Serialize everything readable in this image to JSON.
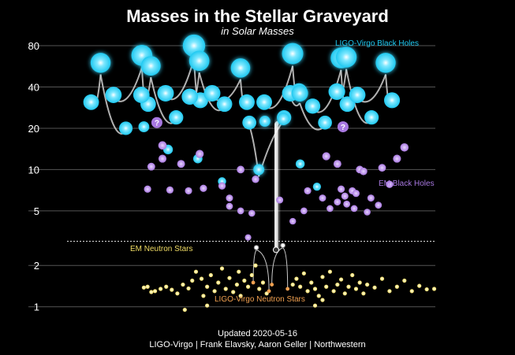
{
  "header": {
    "title": "Masses in the Stellar Graveyard",
    "subtitle": "in Solar Masses"
  },
  "footer": {
    "updated": "Updated 2020-05-16",
    "credits": "LIGO-Virgo | Frank Elavsky, Aaron Geller | Northwestern"
  },
  "colors": {
    "ligo_bh": "#1ec8f0",
    "em_bh": "#a878e0",
    "em_ns": "#f0dc64",
    "ligo_ns_label": "#f0a050",
    "grid": "#555555"
  },
  "chart_data": {
    "type": "scatter",
    "title": "Masses in the Stellar Graveyard",
    "subtitle": "in Solar Masses",
    "y_scale": "log",
    "ylim": [
      0.85,
      95
    ],
    "yticks": [
      1,
      2,
      5,
      10,
      20,
      40,
      80
    ],
    "ytick_labels": [
      "1",
      "2",
      "5",
      "10",
      "20",
      "40",
      "80"
    ],
    "grid": true,
    "series_labels": {
      "ligo_bh": "LIGO-Virgo Black Holes",
      "em_bh": "EM Black Holes",
      "em_ns": "EM Neutron Stars",
      "ligo_ns": "LIGO-Virgo Neutron Stars"
    },
    "ligo_bh_mergers": [
      {
        "x": 0.105,
        "m1": 31,
        "m2": 20,
        "final": 60
      },
      {
        "x": 0.165,
        "m1": 35,
        "m2": 30,
        "final": 68
      },
      {
        "x": 0.24,
        "m1": 35,
        "m2": 24,
        "final": 57
      },
      {
        "x": 0.305,
        "m1": 36,
        "m2": 32,
        "final": 80
      },
      {
        "x": 0.37,
        "m1": 34,
        "m2": 30,
        "final": 62
      },
      {
        "x": 0.43,
        "m1": 36,
        "m2": 31,
        "final": 55
      },
      {
        "x": 0.53,
        "m1": 22,
        "m2": 24,
        "final": 10
      },
      {
        "x": 0.57,
        "m1": 31,
        "m2": 37,
        "final": 70
      },
      {
        "x": 0.64,
        "m1": 36,
        "m2": 22,
        "final": 36
      },
      {
        "x": 0.7,
        "m1": 29,
        "m2": 30,
        "final": 65
      },
      {
        "x": 0.765,
        "m1": 37,
        "m2": 24,
        "final": 66
      },
      {
        "x": 0.82,
        "m1": 35,
        "m2": 32,
        "final": 60
      }
    ],
    "ligo_bh_extra": [
      {
        "x": 0.2,
        "m": 20.5
      },
      {
        "x": 0.265,
        "m": 14
      },
      {
        "x": 0.345,
        "m": 12
      },
      {
        "x": 0.41,
        "m": 8.2
      },
      {
        "x": 0.62,
        "m": 11
      },
      {
        "x": 0.665,
        "m": 7.5
      }
    ],
    "em_bh": [
      {
        "x": 0.25,
        "m": 15
      },
      {
        "x": 0.3,
        "m": 11
      },
      {
        "x": 0.35,
        "m": 13
      },
      {
        "x": 0.32,
        "m": 7
      },
      {
        "x": 0.36,
        "m": 7.3
      },
      {
        "x": 0.41,
        "m": 7.6
      },
      {
        "x": 0.43,
        "m": 6.2
      },
      {
        "x": 0.46,
        "m": 10
      },
      {
        "x": 0.5,
        "m": 8.5
      },
      {
        "x": 0.43,
        "m": 5.4
      },
      {
        "x": 0.46,
        "m": 5
      },
      {
        "x": 0.49,
        "m": 4.8
      },
      {
        "x": 0.565,
        "m": 6
      },
      {
        "x": 0.6,
        "m": 4.2
      },
      {
        "x": 0.64,
        "m": 7
      },
      {
        "x": 0.68,
        "m": 6.2
      },
      {
        "x": 0.7,
        "m": 5.2
      },
      {
        "x": 0.72,
        "m": 11
      },
      {
        "x": 0.73,
        "m": 7.2
      },
      {
        "x": 0.745,
        "m": 5.6
      },
      {
        "x": 0.69,
        "m": 12.5
      },
      {
        "x": 0.78,
        "m": 10
      },
      {
        "x": 0.74,
        "m": 6.4
      },
      {
        "x": 0.72,
        "m": 5.8
      },
      {
        "x": 0.765,
        "m": 5.2
      },
      {
        "x": 0.63,
        "m": 5
      },
      {
        "x": 0.79,
        "m": 9.7
      },
      {
        "x": 0.76,
        "m": 7
      },
      {
        "x": 0.77,
        "m": 6.7
      },
      {
        "x": 0.8,
        "m": 4.9
      },
      {
        "x": 0.81,
        "m": 6.2
      },
      {
        "x": 0.83,
        "m": 5.5
      },
      {
        "x": 0.84,
        "m": 10.3
      },
      {
        "x": 0.86,
        "m": 7.8
      },
      {
        "x": 0.88,
        "m": 12
      },
      {
        "x": 0.9,
        "m": 14.5
      },
      {
        "x": 0.22,
        "m": 10.5
      },
      {
        "x": 0.27,
        "m": 7.1
      },
      {
        "x": 0.21,
        "m": 7.2
      },
      {
        "x": 0.25,
        "m": 12
      },
      {
        "x": 0.48,
        "m": 3.2
      }
    ],
    "em_bh_uncertain": [
      {
        "x": 0.235,
        "m": 22
      },
      {
        "x": 0.735,
        "m": 20.5
      }
    ],
    "em_ns": [
      {
        "x": 0.21,
        "m": 1.4
      },
      {
        "x": 0.23,
        "m": 1.3
      },
      {
        "x": 0.245,
        "m": 1.35
      },
      {
        "x": 0.26,
        "m": 1.4
      },
      {
        "x": 0.275,
        "m": 1.33
      },
      {
        "x": 0.29,
        "m": 1.25
      },
      {
        "x": 0.305,
        "m": 1.45
      },
      {
        "x": 0.32,
        "m": 1.36
      },
      {
        "x": 0.33,
        "m": 1.55
      },
      {
        "x": 0.34,
        "m": 1.8
      },
      {
        "x": 0.355,
        "m": 1.6
      },
      {
        "x": 0.36,
        "m": 1.2
      },
      {
        "x": 0.37,
        "m": 1.4
      },
      {
        "x": 0.38,
        "m": 1.7
      },
      {
        "x": 0.39,
        "m": 1.3
      },
      {
        "x": 0.4,
        "m": 1.5
      },
      {
        "x": 0.41,
        "m": 1.9
      },
      {
        "x": 0.42,
        "m": 1.35
      },
      {
        "x": 0.43,
        "m": 1.62
      },
      {
        "x": 0.44,
        "m": 1.28
      },
      {
        "x": 0.45,
        "m": 1.45
      },
      {
        "x": 0.455,
        "m": 1.8
      },
      {
        "x": 0.46,
        "m": 1.2
      },
      {
        "x": 0.47,
        "m": 1.55
      },
      {
        "x": 0.48,
        "m": 1.4
      },
      {
        "x": 0.49,
        "m": 1.7
      },
      {
        "x": 0.5,
        "m": 2.0
      },
      {
        "x": 0.51,
        "m": 1.35
      },
      {
        "x": 0.52,
        "m": 1.5
      },
      {
        "x": 0.53,
        "m": 1.25
      },
      {
        "x": 0.6,
        "m": 1.45
      },
      {
        "x": 0.61,
        "m": 1.6
      },
      {
        "x": 0.62,
        "m": 1.4
      },
      {
        "x": 0.63,
        "m": 1.75
      },
      {
        "x": 0.64,
        "m": 1.3
      },
      {
        "x": 0.65,
        "m": 1.5
      },
      {
        "x": 0.66,
        "m": 1.35
      },
      {
        "x": 0.67,
        "m": 1.2
      },
      {
        "x": 0.68,
        "m": 1.65
      },
      {
        "x": 0.69,
        "m": 1.4
      },
      {
        "x": 0.7,
        "m": 1.8
      },
      {
        "x": 0.71,
        "m": 1.3
      },
      {
        "x": 0.72,
        "m": 1.45
      },
      {
        "x": 0.73,
        "m": 1.58
      },
      {
        "x": 0.74,
        "m": 1.25
      },
      {
        "x": 0.75,
        "m": 1.4
      },
      {
        "x": 0.76,
        "m": 1.7
      },
      {
        "x": 0.77,
        "m": 1.35
      },
      {
        "x": 0.78,
        "m": 1.5
      },
      {
        "x": 0.79,
        "m": 1.25
      },
      {
        "x": 0.8,
        "m": 1.45
      },
      {
        "x": 0.82,
        "m": 1.38
      },
      {
        "x": 0.84,
        "m": 1.6
      },
      {
        "x": 0.86,
        "m": 1.3
      },
      {
        "x": 0.88,
        "m": 1.4
      },
      {
        "x": 0.9,
        "m": 1.55
      },
      {
        "x": 0.92,
        "m": 1.3
      },
      {
        "x": 0.94,
        "m": 1.42
      },
      {
        "x": 0.96,
        "m": 1.34
      },
      {
        "x": 0.98,
        "m": 1.35
      },
      {
        "x": 0.2,
        "m": 1.38
      },
      {
        "x": 0.22,
        "m": 1.28
      },
      {
        "x": 0.31,
        "m": 0.95
      },
      {
        "x": 0.37,
        "m": 1.02
      },
      {
        "x": 0.66,
        "m": 1.02
      },
      {
        "x": 0.68,
        "m": 1.12
      }
    ],
    "ligo_ns_mergers": [
      {
        "x": 0.515,
        "m1": 1.5,
        "m2": 1.3,
        "final": 2.7
      },
      {
        "x": 0.565,
        "m1": 1.45,
        "m2": 1.35,
        "final": 2.8
      }
    ]
  }
}
